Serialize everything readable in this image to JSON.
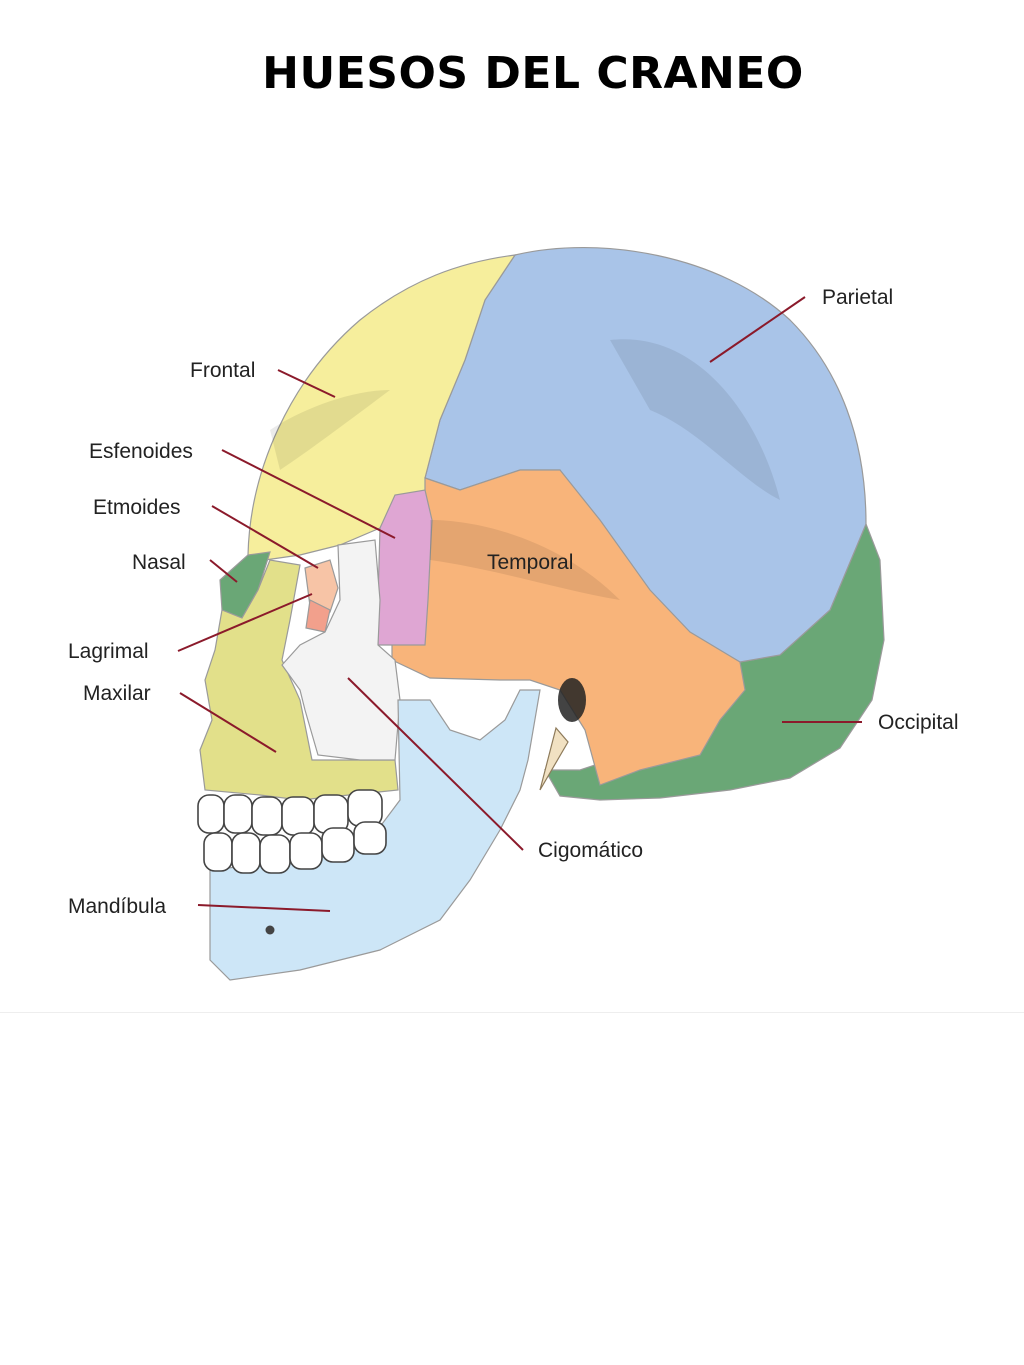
{
  "title": "HUESOS DEL CRANEO",
  "colors": {
    "frontal": "#f6ee9c",
    "parietal": "#a9c4e8",
    "temporal": "#f8b47a",
    "occipital": "#6aa776",
    "sphenoid": "#dfa6d3",
    "ethmoid": "#f7c4a6",
    "nasal": "#6aa776",
    "lacrimal": "#f2a08c",
    "maxilla": "#e2e08a",
    "zygomatic": "#f3f3f3",
    "mandible": "#cde6f7",
    "leader": "#8b1a2b"
  },
  "labels": {
    "frontal": "Frontal",
    "parietal": "Parietal",
    "esfenoides": "Esfenoides",
    "etmoides": "Etmoides",
    "nasal": "Nasal",
    "temporal": "Temporal",
    "lagrimal": "Lagrimal",
    "maxilar": "Maxilar",
    "occipital": "Occipital",
    "cigomatico": "Cigomático",
    "mandibula": "Mandíbula"
  }
}
